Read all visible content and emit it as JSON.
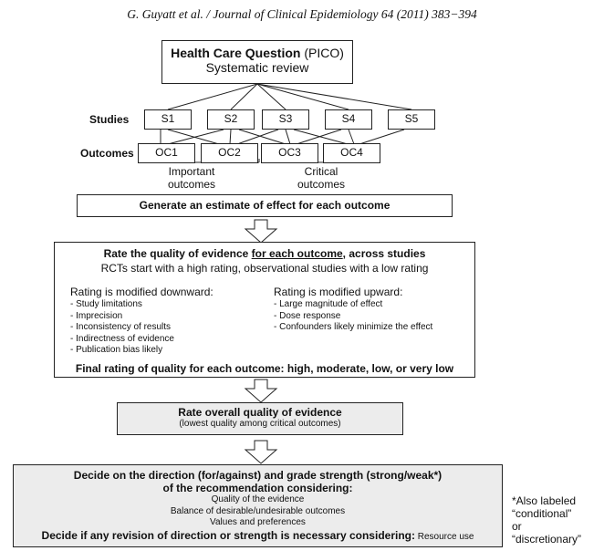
{
  "header": "G. Guyatt et al. / Journal of Clinical Epidemiology 64 (2011) 383−394",
  "pico": {
    "title_bold": "Health Care Question",
    "title_rest": " (PICO)",
    "subtitle": "Systematic review"
  },
  "studies": {
    "label": "Studies",
    "items": [
      "S1",
      "S2",
      "S3",
      "S4",
      "S5"
    ]
  },
  "outcomes": {
    "label": "Outcomes",
    "items": [
      "OC1",
      "OC2",
      "OC3",
      "OC4"
    ]
  },
  "outcome_labels": {
    "important": "Important\noutcomes",
    "critical": "Critical\noutcomes"
  },
  "estimate": "Generate an estimate of effect for each outcome",
  "rate": {
    "title_pre": "Rate the quality of evidence ",
    "title_underline": "for each outcome",
    "title_post": ", across studies",
    "subtitle": "RCTs start with a high rating, observational studies with a low rating",
    "down_heading": "Rating is modified downward:",
    "down_items": [
      "- Study limitations",
      "- Imprecision",
      "- Inconsistency of results",
      "- Indirectness of evidence",
      "- Publication bias likely"
    ],
    "up_heading": "Rating is modified upward:",
    "up_items": [
      "- Large magnitude of effect",
      "- Dose response",
      "- Confounders likely minimize the effect"
    ],
    "final": "Final rating of quality for each outcome: high, moderate, low, or very low"
  },
  "overall": {
    "title": "Rate overall quality of evidence",
    "subtitle": "(lowest quality among critical outcomes)"
  },
  "decide": {
    "line1": "Decide on the direction (for/against) and grade strength (strong/weak*)",
    "line2": "of the recommendation considering:",
    "items": [
      "Quality of the evidence",
      "Balance of desirable/undesirable outcomes",
      "Values and preferences"
    ],
    "revision_bold": "Decide if any revision of direction or strength is necessary considering:",
    "revision_rest": " Resource use"
  },
  "footnote": "*Also labeled\n“conditional”\nor\n“discretionary”"
}
